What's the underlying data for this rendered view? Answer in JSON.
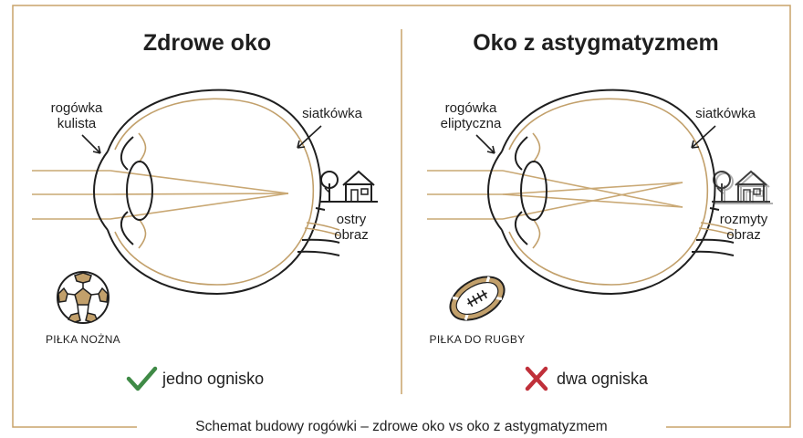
{
  "left_panel": {
    "title": "Zdrowe oko",
    "cornea_label_line1": "rogówka",
    "cornea_label_line2": "kulista",
    "retina_label": "siatkówka",
    "image_label_line1": "ostry",
    "image_label_line2": "obraz",
    "ball_label": "PIŁKA NOŻNA",
    "ball_icon": "soccer-ball-icon",
    "scene_icon": "tree-and-house-icon",
    "result_icon": "check-icon",
    "result_text": "jedno ognisko"
  },
  "right_panel": {
    "title": "Oko z astygmatyzmem",
    "cornea_label_line1": "rogówka",
    "cornea_label_line2": "eliptyczna",
    "retina_label": "siatkówka",
    "image_label_line1": "rozmyty",
    "image_label_line2": "obraz",
    "ball_label": "PIŁKA DO RUGBY",
    "ball_icon": "rugby-ball-icon",
    "scene_icon": "tree-and-house-icon",
    "result_icon": "cross-icon",
    "result_text": "dwa ogniska"
  },
  "caption": "Schemat budowy rogówki – zdrowe oko vs oko z astygmatyzmem",
  "colors": {
    "frame": "#c9a36a",
    "gold": "#c2a06b",
    "check": "#3f8a46",
    "cross": "#c0303a",
    "ink": "#1f1f1f"
  }
}
